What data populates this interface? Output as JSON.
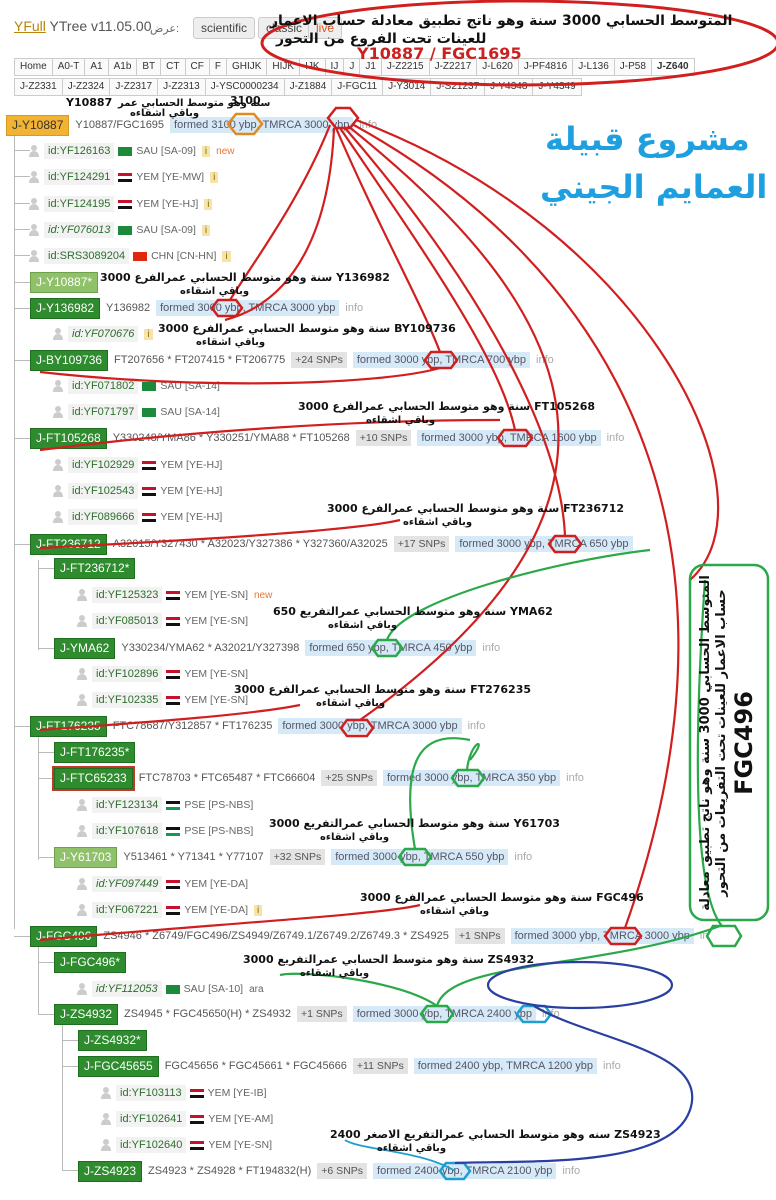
{
  "header": {
    "brand_a": "YFull",
    "brand_b": " YTree v11.05.00",
    "view_label": "عرض:",
    "btn_scientific": "scientific",
    "btn_classic": "classic",
    "btn_live": "live"
  },
  "tabs_row1": [
    "Home",
    "A0-T",
    "A1",
    "A1b",
    "BT",
    "CT",
    "CF",
    "F",
    "GHIJK",
    "HIJK",
    "IJK",
    "IJ",
    "J",
    "J1",
    "J-Z2215",
    "J-Z2217",
    "J-L620",
    "J-PF4816",
    "J-L136",
    "J-P58",
    "J-Z640"
  ],
  "tabs_row2": [
    "J-Z2331",
    "J-Z2324",
    "J-Z2317",
    "J-Z2313",
    "J-YSC0000234",
    "J-Z1884",
    "J-FGC11",
    "J-Y3014",
    "J-S21237",
    "J-Y4348",
    "J-Y4349"
  ],
  "tree": {
    "root": {
      "label": "J-Y10887",
      "snps": "Y10887/FGC1695",
      "formed": "formed 3100 ybp, TMRCA 3000 ybp",
      "info": "info"
    },
    "samples_root": [
      {
        "id": "id:YF126163",
        "flag": "sau",
        "code": "SAU [SA-09]",
        "badge": "i",
        "tag": "new"
      },
      {
        "id": "id:YF124291",
        "flag": "yem",
        "code": "YEM [YE-MW]",
        "badge": "i",
        "tag": ""
      },
      {
        "id": "id:YF124195",
        "flag": "yem",
        "code": "YEM [YE-HJ]",
        "badge": "i",
        "tag": ""
      },
      {
        "id": "id:YF076013",
        "flag": "sau",
        "code": "SAU [SA-09]",
        "badge": "i",
        "tag": ""
      },
      {
        "id": "id:SRS3089204",
        "flag": "chn",
        "code": "CHN [CN-HN]",
        "badge": "i",
        "tag": ""
      }
    ],
    "y10887star": {
      "label": "J-Y10887*"
    },
    "y136982": {
      "label": "J-Y136982",
      "snps": "Y136982",
      "formed": "formed 3000 ybp, TMRCA 3000 ybp",
      "info": "info"
    },
    "s_y136982": {
      "id": "id:YF070676",
      "badge": "i"
    },
    "by109736": {
      "label": "J-BY109736",
      "snps": "FT207656 * FT207415 * FT206775",
      "count": "+24 SNPs",
      "formed": "formed 3000 ybp, TMRCA 700 ybp",
      "info": "info"
    },
    "s_by": [
      {
        "id": "id:YF071802",
        "flag": "sau",
        "code": "SAU [SA-14]"
      },
      {
        "id": "id:YF071797",
        "flag": "sau",
        "code": "SAU [SA-14]"
      }
    ],
    "ft105268": {
      "label": "J-FT105268",
      "snps": "Y330248/YMA86 * Y330251/YMA88 * FT105268",
      "count": "+10 SNPs",
      "formed": "formed 3000 ybp, TMRCA 1600 ybp",
      "info": "info"
    },
    "s_ft105": [
      {
        "id": "id:YF102929",
        "flag": "yem",
        "code": "YEM [YE-HJ]"
      },
      {
        "id": "id:YF102543",
        "flag": "yem",
        "code": "YEM [YE-HJ]"
      },
      {
        "id": "id:YF089666",
        "flag": "yem",
        "code": "YEM [YE-HJ]"
      }
    ],
    "ft236712": {
      "label": "J-FT236712",
      "snps": "A32015/Y327430 * A32023/Y327386 * Y327360/A32025",
      "count": "+17 SNPs",
      "formed": "formed 3000 ybp, TMRCA 650 ybp",
      "info": "info"
    },
    "ft236712star": {
      "label": "J-FT236712*"
    },
    "s_ft236star": [
      {
        "id": "id:YF125323",
        "flag": "yem",
        "code": "YEM [YE-SN]",
        "tag": "new"
      },
      {
        "id": "id:YF085013",
        "flag": "yem",
        "code": "YEM [YE-SN]",
        "tag": ""
      }
    ],
    "yma62": {
      "label": "J-YMA62",
      "snps": "Y330234/YMA62 * A32021/Y327398",
      "formed": "formed 650 ybp, TMRCA 450 ybp",
      "info": "info"
    },
    "s_yma62": [
      {
        "id": "id:YF102896",
        "flag": "yem",
        "code": "YEM [YE-SN]"
      },
      {
        "id": "id:YF102335",
        "flag": "yem",
        "code": "YEM [YE-SN]"
      }
    ],
    "ft176235": {
      "label": "J-FT176235",
      "snps": "FTC78687/Y312857 * FT176235",
      "formed": "formed 3000 ybp, TMRCA 3000 ybp",
      "info": "info"
    },
    "ft176235star": {
      "label": "J-FT176235*"
    },
    "ftc65233": {
      "label": "J-FTC65233",
      "snps": "FTC78703 * FTC65487 * FTC66604",
      "count": "+25 SNPs",
      "formed": "formed 3000 ybp, TMRCA 350 ybp",
      "info": "info"
    },
    "s_ftc": [
      {
        "id": "id:YF123134",
        "flag": "pse",
        "code": "PSE [PS-NBS]"
      },
      {
        "id": "id:YF107618",
        "flag": "pse",
        "code": "PSE [PS-NBS]"
      }
    ],
    "y61703": {
      "label": "J-Y61703",
      "snps": "Y513461 * Y71341 * Y77107",
      "count": "+32 SNPs",
      "formed": "formed 3000 ybp, TMRCA 550 ybp",
      "info": "info"
    },
    "s_y61703": [
      {
        "id": "id:YF097449",
        "flag": "yem",
        "code": "YEM [YE-DA]",
        "badge": ""
      },
      {
        "id": "id:YF067221",
        "flag": "yem",
        "code": "YEM [YE-DA]",
        "badge": "i"
      }
    ],
    "fgc496": {
      "label": "J-FGC496",
      "snps": "ZS4946 * Z6749/FGC496/ZS4949/Z6749.1/Z6749.2/Z6749.3 * ZS4925",
      "count": "+1 SNPs",
      "formed": "formed 3000 ybp, TMRCA 3000 ybp",
      "info": "in"
    },
    "fgc496star": {
      "label": "J-FGC496*"
    },
    "s_fgcstar": {
      "id": "id:YF112053",
      "flag": "sau",
      "code": "SAU [SA-10]",
      "tag": "ara"
    },
    "zs4932": {
      "label": "J-ZS4932",
      "snps": "ZS4945 * FGC45650(H) * ZS4932",
      "count": "+1 SNPs",
      "formed": "formed 3000 ybp, TMRCA 2400 ybp",
      "info": "info"
    },
    "zs4932star": {
      "label": "J-ZS4932*"
    },
    "fgc45655": {
      "label": "J-FGC45655",
      "snps": "FGC45656 * FGC45661 * FGC45666",
      "count": "+11 SNPs",
      "formed": "formed 2400 ybp, TMRCA 1200 ybp",
      "info": "info"
    },
    "s_fgc456": [
      {
        "id": "id:YF103113",
        "flag": "yem",
        "code": "YEM [YE-IB]"
      },
      {
        "id": "id:YF102641",
        "flag": "yem",
        "code": "YEM [YE-AM]"
      },
      {
        "id": "id:YF102640",
        "flag": "yem",
        "code": "YEM [YE-SN]"
      }
    ],
    "zs4923": {
      "label": "J-ZS4923",
      "snps": "ZS4923 * ZS4928 * FT194832(H)",
      "count": "+6 SNPs",
      "formed": "formed 2400 ybp, TMRCA 2100 ybp",
      "info": "info"
    }
  },
  "annotations": {
    "title_line1": "المتوسط الحسابي 3000 سنة وهو ناتج تطبيق معادلة حساب الاعمار",
    "title_line2": "للعينات تحت الفروع من التحور",
    "title_line3": "Y10887 / FGC1695",
    "tribe_line1": "مشروع قبيلة",
    "tribe_line2": "العمايم الجيني",
    "a_root_label": "Y10887",
    "a_root_num": "3100",
    "a_root_sub": "وباقي اشقاءه",
    "a_root_word": "سنة وهو متوسط الحسابي عمر",
    "a_y136_main": "3000 سنة وهو متوسط الحسابي عمرالفرع Y136982",
    "a_y136_sub": "وباقي اشقاءه",
    "a_by_main": "3000 سنة وهو متوسط الحسابي عمرالفرع BY109736",
    "a_by_sub": "وباقي اشقاءه",
    "a_ft105_main": "3000 سنة وهو متوسط الحسابي عمرالفرع FT105268",
    "a_ft105_sub": "وباقي اشقاءه",
    "a_ft236_main": "3000 سنة وهو متوسط الحسابي عمرالفرع FT236712",
    "a_ft236_sub": "وباقي اشقاءه",
    "a_yma_main": "650 سنة وهو متوسط الحسابي عمرالتفريع YMA62",
    "a_yma_sub": "وباقي اشقاءه",
    "a_ft176_main": "3000 سنة وهو متوسط الحسابي عمرالفرع FT276235",
    "a_ft176_sub": "وباقي اشقاءه",
    "a_y617_main": "3000 سنة وهو متوسط الحسابي عمرالتفريع Y61703",
    "a_y617_sub": "وباقي اشقاءه",
    "a_fgc_main": "3000 سنة وهو متوسط الحسابي عمرالفرع FGC496",
    "a_fgc_sub": "وباقي اشقاءه",
    "a_zs32_main": "3000 سنة وهو متوسط الحسابي عمرالتفريع ZS4932",
    "a_zs32_sub": "وباقي اشقاءه",
    "a_zs23_main": "2400 سنه وهو متوسط الحسابي عمرالتفريع الاصغر ZS4923",
    "a_zs23_sub": "وباقي اشقاءه",
    "side_line1": "المتوسط الحسابي 3000 سنة وهو ناتج تطبيق معادلة",
    "side_line2": "حساب الاعمار للعينات تحت التفريعات من التحور",
    "side_line3": "FGC496"
  }
}
